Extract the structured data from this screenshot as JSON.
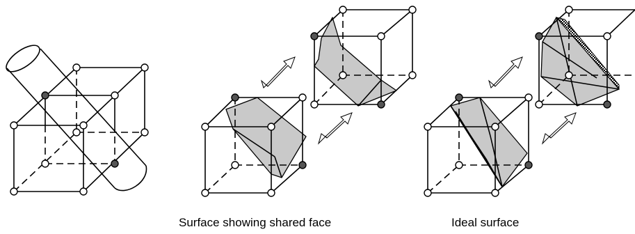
{
  "captions": {
    "shared_face": "Surface showing shared face",
    "ideal": "Ideal surface"
  },
  "colors": {
    "surface_fill": "#c9c9c9",
    "inside_vertex": "#555555",
    "outside_vertex": "#ffffff",
    "line": "#000000"
  },
  "panels": [
    {
      "id": "cylinder-through-cube"
    },
    {
      "id": "shared-face-surface"
    },
    {
      "id": "ideal-surface"
    }
  ]
}
